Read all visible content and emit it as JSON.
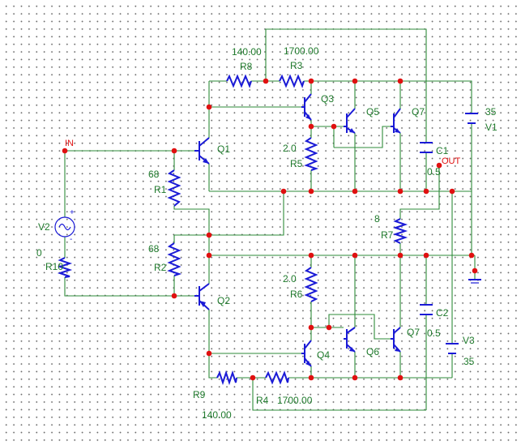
{
  "schematic": {
    "labels": {
      "q1": "Q1",
      "q2": "Q2",
      "q3": "Q3",
      "q4": "Q4",
      "q5": "Q5",
      "q6": "Q6",
      "q7_top": "Q7",
      "q7_bottom": "Q7",
      "r1_name": "R1",
      "r1_value": "68",
      "r2_name": "R2",
      "r2_value": "68",
      "r3_name": "R3",
      "r3_value": "1700.00",
      "r4_name": "R4",
      "r4_value": "1700.00",
      "r5_name": "R5",
      "r5_value": "2.0",
      "r6_name": "R6",
      "r6_value": "2.0",
      "r7_name": "R7",
      "r7_value": "8",
      "r8_name": "R8",
      "r8_value": "140.00",
      "r9_name": "R9",
      "r9_value": "140.00",
      "r10_name": "R10",
      "r10_value": "0",
      "c1_name": "C1",
      "c1_value": "0.5",
      "c2_name": "C2",
      "c2_value": "0.5",
      "v1_name": "V1",
      "v1_value": "35",
      "v2_name": "V2",
      "v3_name": "V3",
      "v3_value": "35",
      "net_in": "IN",
      "net_out": "OUT"
    },
    "colors": {
      "wire": "#2e8b3a",
      "component": "#1a1ad6",
      "junction": "#e01010",
      "label": "#1f7a2c",
      "net_label": "#e01010"
    }
  }
}
